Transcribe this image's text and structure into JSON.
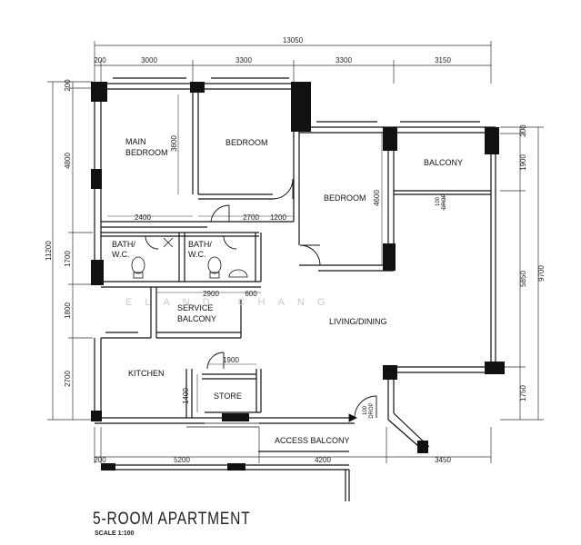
{
  "title": "5-ROOM APARTMENT",
  "scale": "SCALE 1:100",
  "watermark": "ELAND CHANG",
  "rooms": {
    "main_bedroom_line1": "MAIN",
    "main_bedroom_line2": "BEDROOM",
    "bedroom1": "BEDROOM",
    "bedroom2": "BEDROOM",
    "balcony": "BALCONY",
    "bath1_line1": "BATH/",
    "bath1_line2": "W.C.",
    "bath2_line1": "BATH/",
    "bath2_line2": "W.C.",
    "service_balcony_line1": "SERVICE",
    "service_balcony_line2": "BALCONY",
    "living_dining": "LIVING/DINING",
    "kitchen": "KITCHEN",
    "store": "STORE",
    "access_balcony": "ACCESS BALCONY"
  },
  "dimensions": {
    "overall_width": "13050",
    "top": [
      "200",
      "3000",
      "3300",
      "3300",
      "3150"
    ],
    "bottom": [
      "200",
      "5200",
      "4200",
      "3450"
    ],
    "left_overall": "11200",
    "left": [
      "200",
      "4800",
      "1700",
      "1800",
      "2700"
    ],
    "right_overall": "9700",
    "right": [
      "200",
      "1900",
      "5850",
      "1750"
    ],
    "interior": {
      "bedroom_height": "3600",
      "bedroom2_height": "4600",
      "main_bed_width": "2400",
      "bed_width": "2700",
      "bed_gap": "1200",
      "bath_width": "2900",
      "bath_gap": "600",
      "store_width": "1900",
      "store_height": "1400"
    },
    "drop1_line1": "100",
    "drop1_line2": "DROP",
    "drop2_line1": "100",
    "drop2_line2": "DROP"
  }
}
